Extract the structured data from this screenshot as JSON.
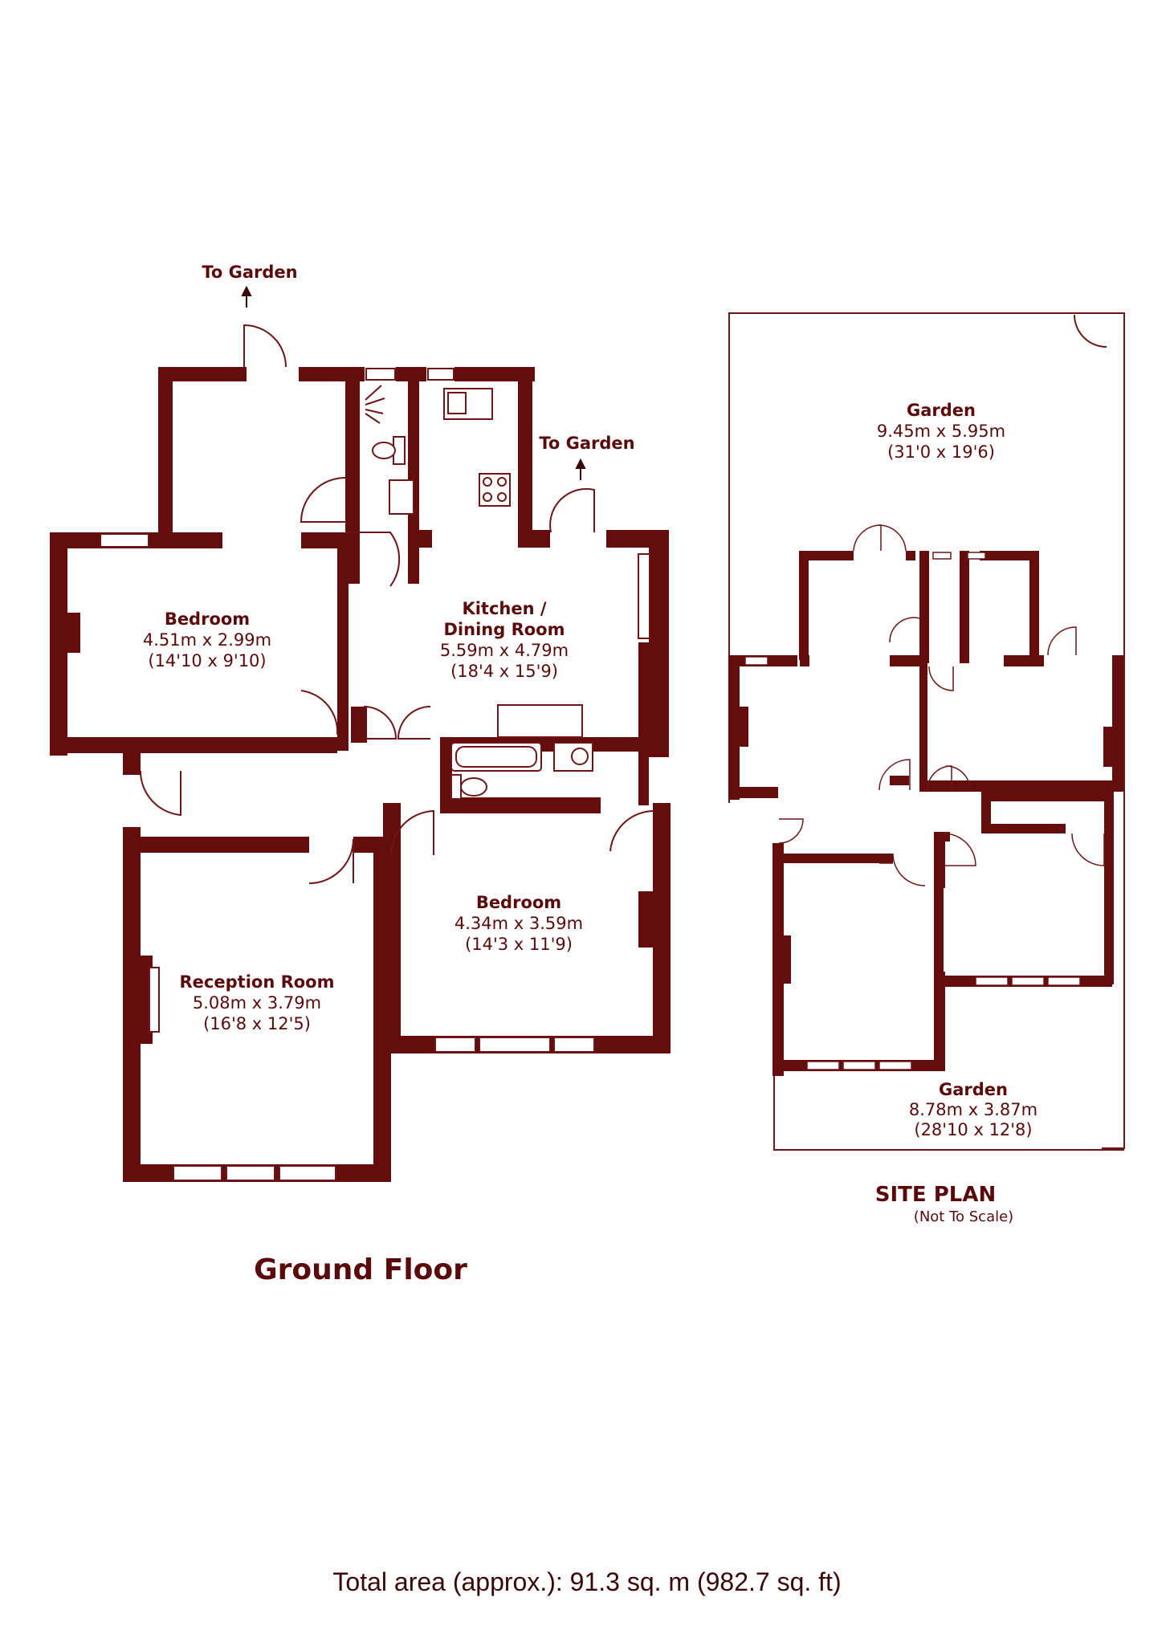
{
  "colors": {
    "wall": "#650c0c",
    "line": "#6e1515",
    "text": "#5a0a0a",
    "background": "#ffffff"
  },
  "labels": {
    "to_garden_1": "To Garden",
    "to_garden_2": "To Garden",
    "ground_floor": "Ground Floor",
    "site_plan": "SITE PLAN",
    "site_plan_note": "(Not To Scale)",
    "total_area": "Total area (approx.): 91.3 sq. m (982.7 sq. ft)"
  },
  "rooms": {
    "bedroom_1": {
      "name": "Bedroom",
      "metric": "4.51m x 2.99m",
      "imperial": "(14'10 x 9'10)"
    },
    "kitchen": {
      "name_line1": "Kitchen /",
      "name_line2": "Dining Room",
      "metric": "5.59m x 4.79m",
      "imperial": "(18'4 x 15'9)"
    },
    "bedroom_2": {
      "name": "Bedroom",
      "metric": "4.34m x 3.59m",
      "imperial": "(14'3 x 11'9)"
    },
    "reception": {
      "name": "Reception Room",
      "metric": "5.08m x 3.79m",
      "imperial": "(16'8 x 12'5)"
    },
    "garden_rear": {
      "name": "Garden",
      "metric": "9.45m x 5.95m",
      "imperial": "(31'0 x 19'6)"
    },
    "garden_front": {
      "name": "Garden",
      "metric": "8.78m x 3.87m",
      "imperial": "(28'10 x 12'8)"
    }
  }
}
